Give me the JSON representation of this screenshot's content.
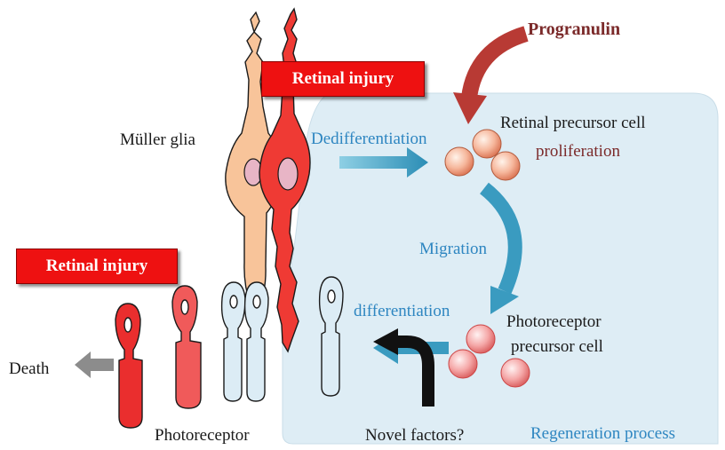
{
  "labels": {
    "progranulin": "Progranulin",
    "retinal_injury_top": "Retinal injury",
    "retinal_injury_left": "Retinal injury",
    "muller_glia": "Müller glia",
    "dedifferentiation": "Dedifferentiation",
    "retinal_precursor_cell": "Retinal precursor cell",
    "proliferation": "proliferation",
    "migration": "Migration",
    "differentiation": "differentiation",
    "photoreceptor_precursor_line1": "Photoreceptor",
    "photoreceptor_precursor_line2": "precursor cell",
    "death": "Death",
    "photoreceptor": "Photoreceptor",
    "novel_factors": "Novel factors?",
    "regeneration_process": "Regeneration process"
  },
  "colors": {
    "panel": "#deedf5",
    "injury_red": "#ee1111",
    "cell_red": "#e8322f",
    "cell_peach": "#f8c49a",
    "cell_lightblue": "#dcecf5",
    "arrow_teal": "#3a9bc0",
    "arrow_red": "#b83a34",
    "text_blue": "#2e86c1",
    "text_brown": "#7b2a2a"
  }
}
